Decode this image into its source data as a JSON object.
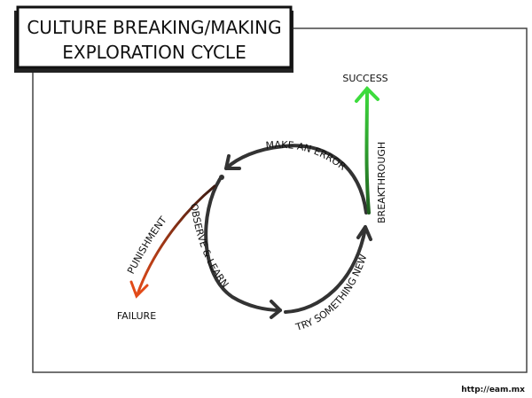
{
  "title": {
    "line1": "CULTURE BREAKING/MAKING",
    "line2": "EXPLORATION CYCLE"
  },
  "cycle": {
    "make_error": "MAKE AN ERROR",
    "observe_learn": "OBSERVE & LEARN",
    "try_new": "TRY SOMETHING NEW"
  },
  "branches": {
    "breakthrough": "BREAKTHROUGH",
    "success": "SUCCESS",
    "punishment": "PUNISHMENT",
    "failure": "FAILURE"
  },
  "footer": "http://eam.mx",
  "colors": {
    "cycle": "#333333",
    "success": "#2db82d",
    "failure": "#d8461a",
    "failure_dark": "#3a1a12"
  }
}
